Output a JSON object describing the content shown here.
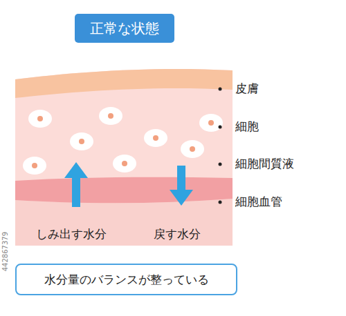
{
  "diagram": {
    "title": "正常な状態",
    "nodes": [
      {
        "text": [
          "水分量のバランスが整っている"
        ]
      }
    ],
    "labels": [
      "皮膚",
      "細胞",
      "細胞間質液",
      "細胞血管",
      "しみ出す水分",
      "戻す水分",
      "442867379"
    ]
  }
}
